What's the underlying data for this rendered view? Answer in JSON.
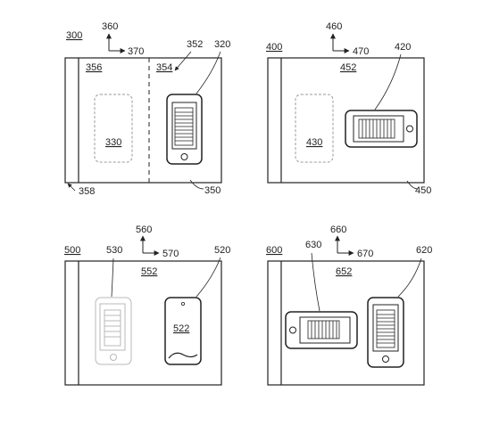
{
  "figures": [
    {
      "id": "fig300",
      "figure_label": "300",
      "axis_y_label": "360",
      "axis_x_label": "370",
      "refs": [
        "356",
        "354",
        "352",
        "320",
        "330",
        "358",
        "350"
      ]
    },
    {
      "id": "fig400",
      "figure_label": "400",
      "axis_y_label": "460",
      "axis_x_label": "470",
      "refs": [
        "452",
        "420",
        "430",
        "450"
      ]
    },
    {
      "id": "fig500",
      "figure_label": "500",
      "axis_y_label": "560",
      "axis_x_label": "570",
      "refs": [
        "530",
        "520",
        "552",
        "522"
      ]
    },
    {
      "id": "fig600",
      "figure_label": "600",
      "axis_y_label": "660",
      "axis_x_label": "670",
      "refs": [
        "630",
        "620",
        "652"
      ]
    }
  ],
  "colors": {
    "line": "#222222",
    "dashed": "#8a8a8a",
    "ghost": "#b5b5b5",
    "background": "#ffffff"
  }
}
